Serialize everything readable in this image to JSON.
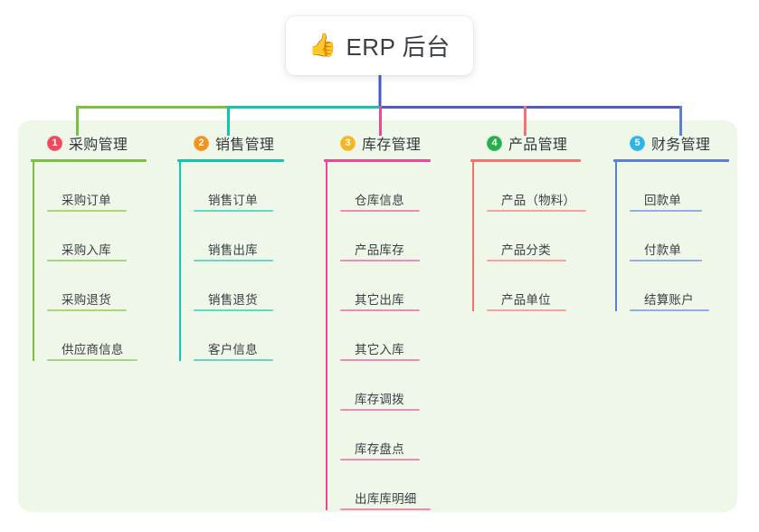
{
  "diagram": {
    "type": "mind-map",
    "root": {
      "icon": "thumbs-up-icon",
      "emoji": "👍",
      "title": "ERP 后台"
    },
    "palette": {
      "panel_bg": "#eff7e9",
      "page_bg": "#ffffff",
      "root_stem": "#4558c8",
      "text": "#33383d"
    },
    "branches": [
      {
        "index": "1",
        "title": "采购管理",
        "color": "#7ac143",
        "badge_color": "#f0495c",
        "items": [
          {
            "label": "采购订单",
            "width": 88
          },
          {
            "label": "采购入库",
            "width": 88
          },
          {
            "label": "采购退货",
            "width": 88
          },
          {
            "label": "供应商信息",
            "width": 100
          }
        ]
      },
      {
        "index": "2",
        "title": "销售管理",
        "color": "#14c4ae",
        "badge_color": "#f5921e",
        "items": [
          {
            "label": "销售订单",
            "width": 88
          },
          {
            "label": "销售出库",
            "width": 88
          },
          {
            "label": "销售退货",
            "width": 88
          },
          {
            "label": "客户信息",
            "width": 88
          }
        ]
      },
      {
        "index": "3",
        "title": "库存管理",
        "color": "#ec4899",
        "badge_color": "#f5b721",
        "items": [
          {
            "label": "仓库信息",
            "width": 88
          },
          {
            "label": "产品库存",
            "width": 88
          },
          {
            "label": "其它出库",
            "width": 88
          },
          {
            "label": "其它入库",
            "width": 88
          },
          {
            "label": "库存调拨",
            "width": 88
          },
          {
            "label": "库存盘点",
            "width": 88
          },
          {
            "label": "出库库明细",
            "width": 100
          }
        ]
      },
      {
        "index": "4",
        "title": "产品管理",
        "color": "#f4736f",
        "badge_color": "#22b14c",
        "items": [
          {
            "label": "产品（物料）",
            "width": 110
          },
          {
            "label": "产品分类",
            "width": 88
          },
          {
            "label": "产品单位",
            "width": 88
          }
        ]
      },
      {
        "index": "5",
        "title": "财务管理",
        "color": "#5b7fd4",
        "badge_color": "#29b6e8",
        "items": [
          {
            "label": "回款单",
            "width": 80
          },
          {
            "label": "付款单",
            "width": 80
          },
          {
            "label": "结算账户",
            "width": 88
          }
        ]
      }
    ]
  }
}
